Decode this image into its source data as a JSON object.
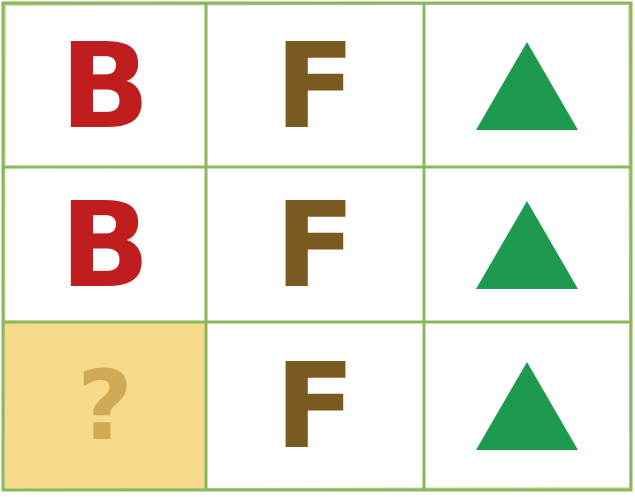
{
  "puzzle": {
    "colors": {
      "grid_line": "#8db85a",
      "letter_b": "#c01e1e",
      "letter_f": "#7b5a1f",
      "triangle": "#1e9a50",
      "unknown_cell_bg": "#f6d98a",
      "unknown_mark": "#c9a14a"
    },
    "rows": [
      [
        {
          "type": "letter",
          "text": "B",
          "color_key": "letter_b"
        },
        {
          "type": "letter",
          "text": "F",
          "color_key": "letter_f"
        },
        {
          "type": "shape",
          "shape": "triangle-icon",
          "color_key": "triangle"
        }
      ],
      [
        {
          "type": "letter",
          "text": "B",
          "color_key": "letter_b"
        },
        {
          "type": "letter",
          "text": "F",
          "color_key": "letter_f"
        },
        {
          "type": "shape",
          "shape": "triangle-icon",
          "color_key": "triangle"
        }
      ],
      [
        {
          "type": "unknown",
          "text": "?",
          "highlighted": true
        },
        {
          "type": "letter",
          "text": "F",
          "color_key": "letter_f"
        },
        {
          "type": "shape",
          "shape": "triangle-icon",
          "color_key": "triangle"
        }
      ]
    ]
  }
}
